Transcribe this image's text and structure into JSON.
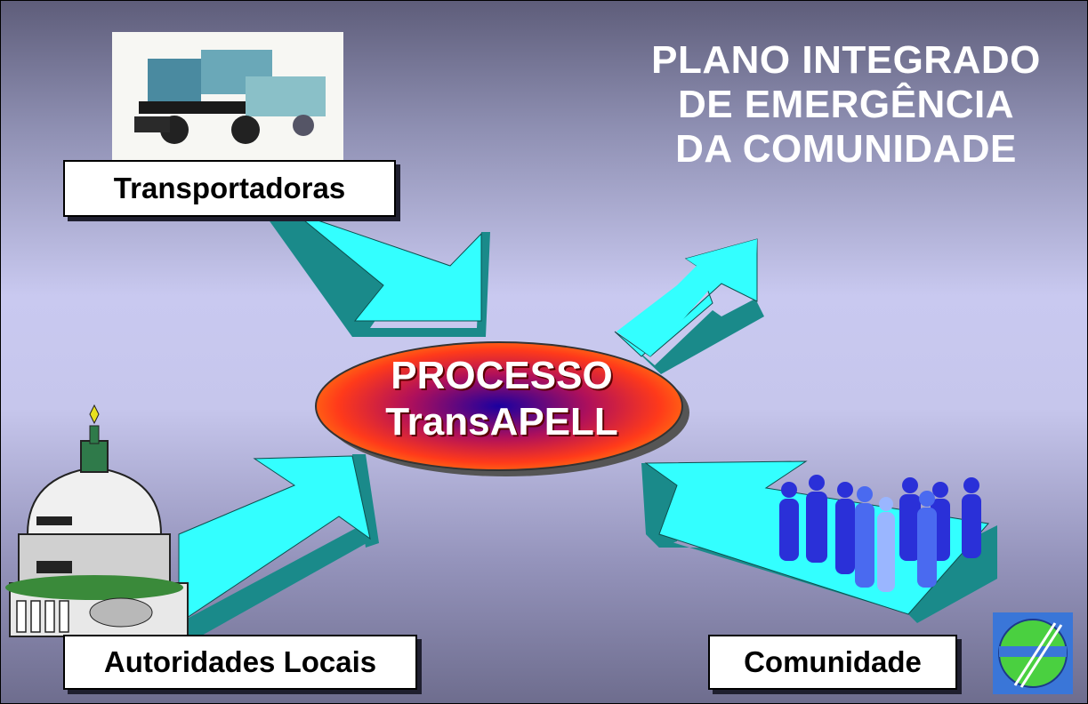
{
  "title": {
    "line1": "PLANO INTEGRADO",
    "line2": "DE EMERGÊNCIA",
    "line3": "DA COMUNIDADE"
  },
  "center": {
    "line1": "PROCESSO",
    "line2": "TransAPELL"
  },
  "labels": {
    "transportadoras": "Transportadoras",
    "autoridades": "Autoridades Locais",
    "comunidade": "Comunidade"
  },
  "colors": {
    "arrow_face": "#33ffff",
    "arrow_side": "#1a8a8a",
    "title_text": "#ffffff"
  },
  "icons": [
    "truck-illustration",
    "capitol-building-illustration",
    "crowd-illustration",
    "globe-logo-icon"
  ]
}
